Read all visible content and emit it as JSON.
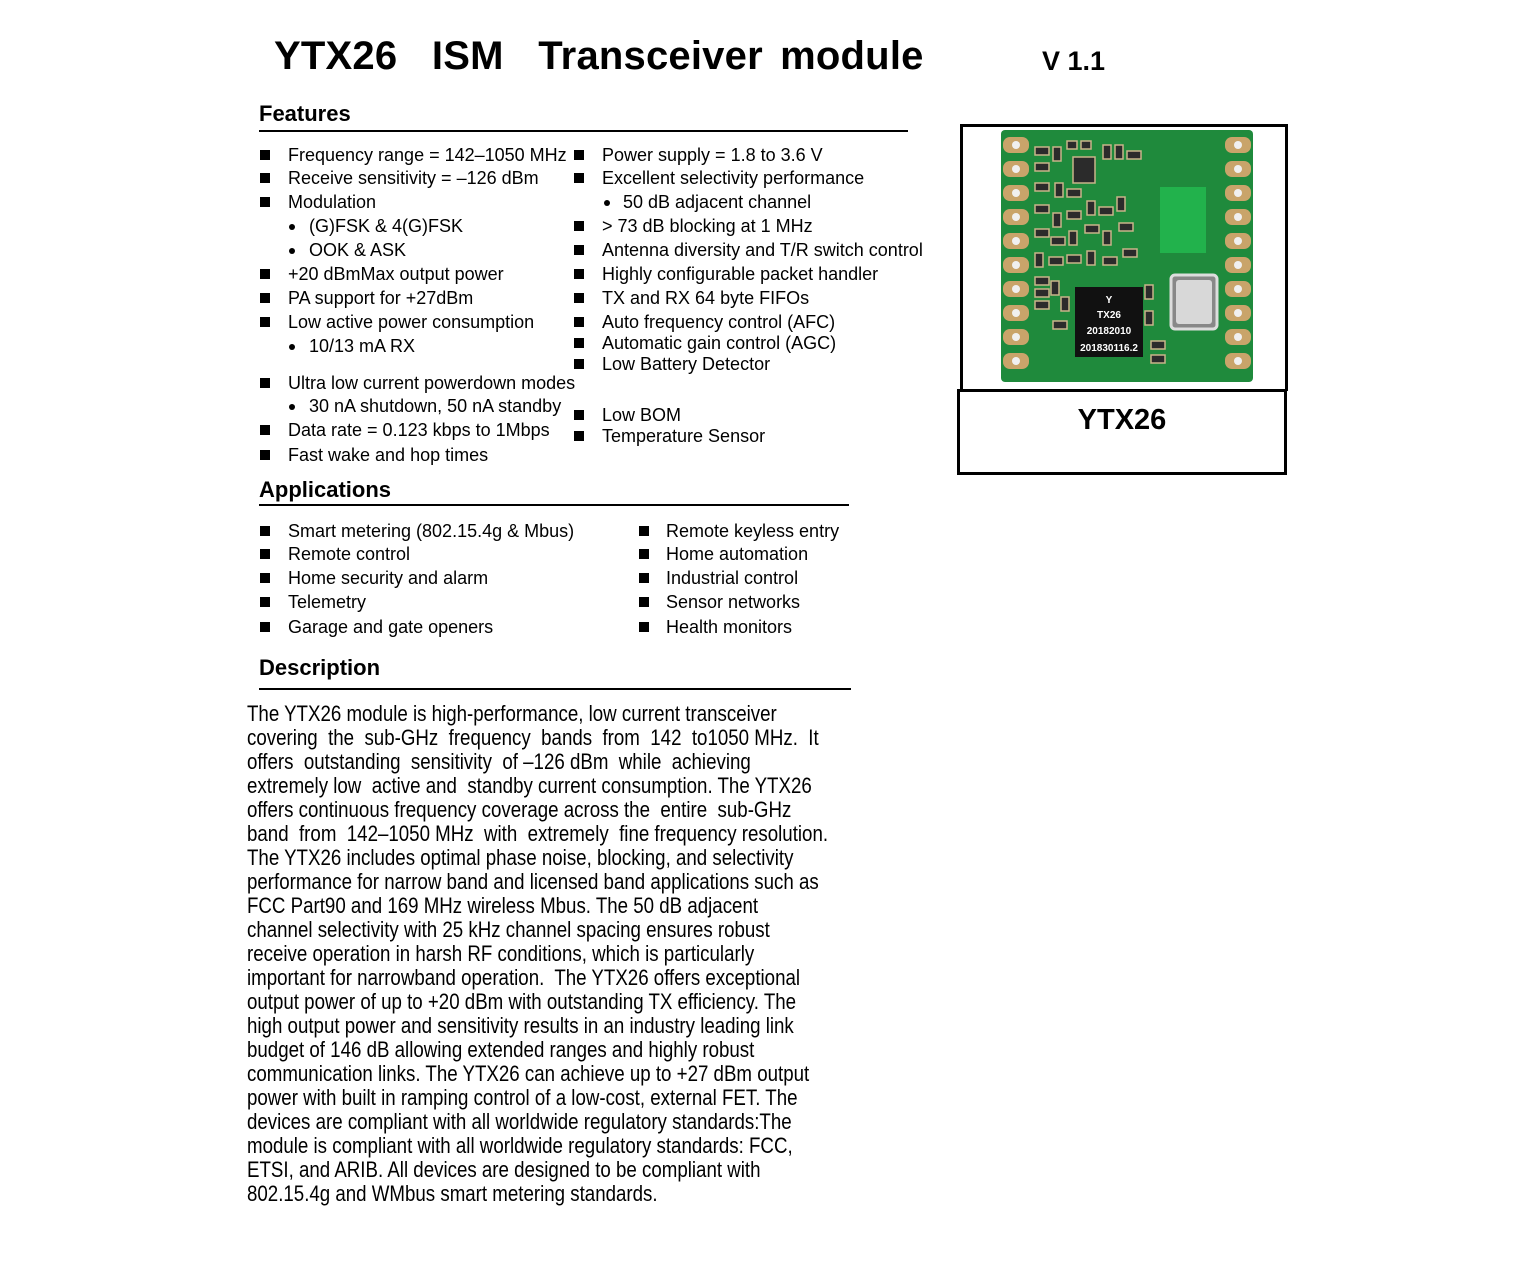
{
  "header": {
    "title": "YTX26  ISM  Transceiver module",
    "version": "V 1.1"
  },
  "features": {
    "heading": "Features",
    "left": [
      {
        "text": "Frequency range = 142–1050 MHz",
        "level": 1
      },
      {
        "text": "Receive sensitivity = –126 dBm",
        "level": 1
      },
      {
        "text": "Modulation",
        "level": 1
      },
      {
        "text": "(G)FSK & 4(G)FSK",
        "level": 2
      },
      {
        "text": "OOK & ASK",
        "level": 2
      },
      {
        "text": " +20 dBmMax output power",
        "level": 1
      },
      {
        "text": " PA support for +27dBm",
        "level": 1
      },
      {
        "text": "Low active power consumption",
        "level": 1
      },
      {
        "text": "10/13 mA RX",
        "level": 2
      },
      {
        "text": "Ultra low current powerdown modes",
        "level": 1
      },
      {
        "text": "30 nA shutdown, 50 nA standby",
        "level": 2
      },
      {
        "text": "Data rate = 0.123 kbps to 1Mbps",
        "level": 1
      },
      {
        "text": "Fast wake and hop times",
        "level": 1
      }
    ],
    "right": [
      {
        "text": "Power supply = 1.8 to 3.6 V",
        "level": 1
      },
      {
        "text": "Excellent selectivity performance",
        "level": 1
      },
      {
        "text": "50 dB adjacent channel",
        "level": 2
      },
      {
        "text": "> 73 dB blocking at 1 MHz",
        "level": 1
      },
      {
        "text": "Antenna diversity and T/R switch control",
        "level": 1
      },
      {
        "text": "Highly configurable packet handler",
        "level": 1
      },
      {
        "text": "TX and RX 64 byte FIFOs",
        "level": 1
      },
      {
        "text": "Auto frequency control (AFC)",
        "level": 1
      },
      {
        "text": "Automatic gain control (AGC)",
        "level": 1
      },
      {
        "text": "Low Battery Detector",
        "level": 1
      },
      {
        "text": "Low BOM",
        "level": 1
      },
      {
        "text": "Temperature Sensor",
        "level": 1
      }
    ]
  },
  "applications": {
    "heading": "Applications",
    "left": [
      "Smart metering (802.15.4g & Mbus)",
      "Remote control",
      "Home security and alarm",
      "Telemetry",
      "Garage and gate openers"
    ],
    "right": [
      "Remote keyless entry",
      "Home automation",
      "Industrial control",
      "Sensor networks",
      "Health monitors"
    ]
  },
  "description": {
    "heading": "Description",
    "lines": [
      "The YTX26 module is high-performance, low current transceiver",
      "covering  the  sub-GHz  frequency  bands  from  142  to1050 MHz.  It",
      "offers  outstanding  sensitivity  of –126 dBm  while  achieving",
      "extremely low  active and  standby current consumption. The YTX26",
      "offers continuous frequency coverage across the  entire  sub-GHz",
      "band  from  142–1050 MHz  with  extremely  fine frequency resolution.",
      "The YTX26 includes optimal phase noise, blocking, and selectivity",
      "performance for narrow band and licensed band applications such as",
      "FCC Part90 and 169 MHz wireless Mbus. The 50 dB adjacent",
      "channel selectivity with 25 kHz channel spacing ensures robust",
      "receive operation in harsh RF conditions, which is particularly",
      "important for narrowband operation.  The YTX26 offers exceptional",
      "output power of up to +20 dBm with outstanding TX efficiency. The",
      "high output power and sensitivity results in an industry leading link",
      "budget of 146 dB allowing extended ranges and highly robust",
      "communication links. The YTX26 can achieve up to +27 dBm output",
      "power with built in ramping control of a low-cost, external FET. The",
      "devices are compliant with all worldwide regulatory standards:The",
      "module is compliant with all worldwide regulatory standards: FCC,",
      "ETSI, and ARIB. All devices are designed to be compliant with",
      "802.15.4g and WMbus smart metering standards."
    ]
  },
  "module": {
    "caption": "YTX26",
    "chip_lines": [
      "Y",
      "TX26",
      "20182010",
      "201830116.2"
    ],
    "colors": {
      "pcb": "#1f8a3c",
      "pad": "#c9a46a",
      "green_block": "#22b24c"
    }
  }
}
